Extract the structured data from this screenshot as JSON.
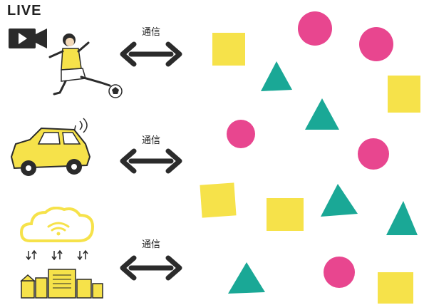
{
  "scene": {
    "live_text": "LIVE",
    "rows": [
      {
        "label": "通信"
      },
      {
        "label": "通信"
      },
      {
        "label": "通信"
      }
    ]
  },
  "colors": {
    "yellow": "#f6e24a",
    "pink": "#e8468f",
    "teal": "#1aa896",
    "ink": "#2b2b2b"
  },
  "shape_kinds": [
    "square",
    "circle",
    "triangle"
  ]
}
